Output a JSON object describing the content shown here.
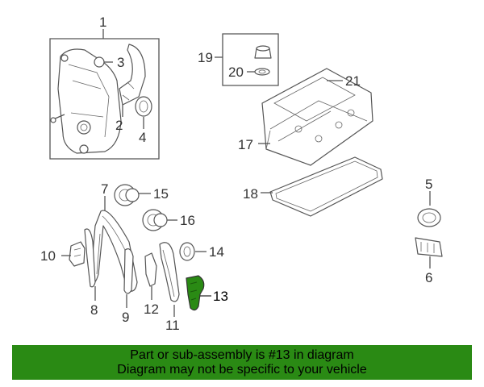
{
  "labels": {
    "p1": "1",
    "p2": "2",
    "p3": "3",
    "p4": "4",
    "p5": "5",
    "p6": "6",
    "p7": "7",
    "p8": "8",
    "p9": "9",
    "p10": "10",
    "p11": "11",
    "p12": "12",
    "p13": "13",
    "p14": "14",
    "p15": "15",
    "p16": "16",
    "p17": "17",
    "p18": "18",
    "p19": "19",
    "p20": "20",
    "p21": "21"
  },
  "highlight_color": "#2a8a14",
  "banner": {
    "line1": "Part or sub-assembly is #13 in diagram",
    "line2": "Diagram may not be specific to your vehicle"
  }
}
